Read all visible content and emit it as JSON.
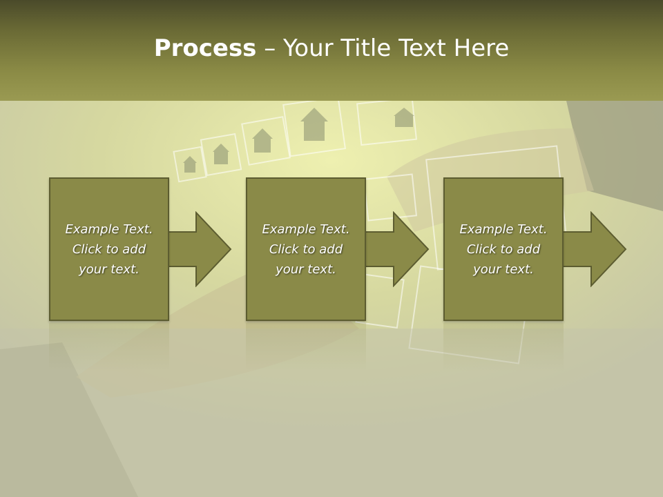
{
  "slide": {
    "title_bold": "Process",
    "title_rest": " – Your Title Text Here"
  },
  "steps": [
    {
      "text": "Example Text.\nClick  to add\nyour text."
    },
    {
      "text": "Example Text.\nClick  to add\nyour text."
    },
    {
      "text": "Example Text.\nClick  to add\nyour text."
    }
  ],
  "colors": {
    "header": "#6a6a35",
    "box_fill": "#8a8a48",
    "box_border": "#5c5c30",
    "background": "#c9c9a6"
  }
}
